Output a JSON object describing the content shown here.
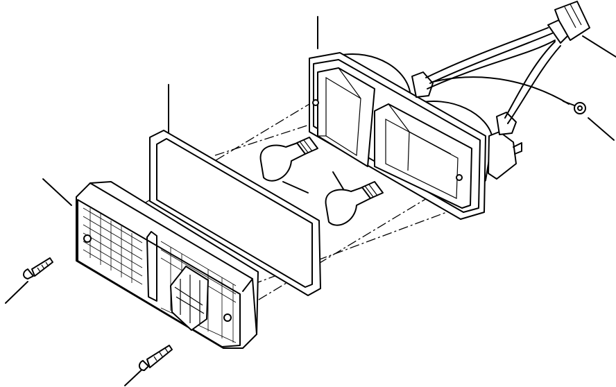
{
  "figure": {
    "title": "",
    "parts": [
      {
        "name": "lens",
        "label": ""
      },
      {
        "name": "gasket",
        "label": ""
      },
      {
        "name": "housing",
        "label": ""
      },
      {
        "name": "bulb",
        "label": ""
      },
      {
        "name": "screw",
        "label": ""
      },
      {
        "name": "wire-harness-connector",
        "label": ""
      },
      {
        "name": "ground-terminal",
        "label": ""
      }
    ],
    "ink_color": "#000000",
    "paper_color": "#ffffff"
  }
}
